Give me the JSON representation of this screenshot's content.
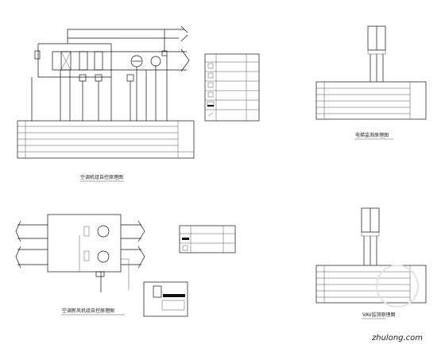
{
  "titles": {
    "ahu": "空调机组自控原理图",
    "elevator": "电梯监测原理图",
    "fresh_air": "空调新风机组自控原理图",
    "vav": "VAV监测原理图"
  },
  "legend1": {
    "rows": [
      {
        "sym_icon": "sensor-icon"
      },
      {
        "sym_icon": "sensor-icon"
      },
      {
        "sym_icon": "differential-pressure-icon"
      },
      {
        "sym_icon": "filter-icon"
      },
      {
        "sym_icon": "valve-icon"
      },
      {
        "sym_icon": "fan-icon"
      },
      {
        "sym_icon": "switch-icon"
      }
    ]
  },
  "legend2": {
    "rows": [
      {
        "sym_icon": "damper-icon"
      },
      {
        "sym_icon": "pressure-switch-icon"
      }
    ]
  },
  "watermark": "zhulong.com",
  "colors": {
    "line": "#111111",
    "watermark": "#d9d9d9"
  }
}
